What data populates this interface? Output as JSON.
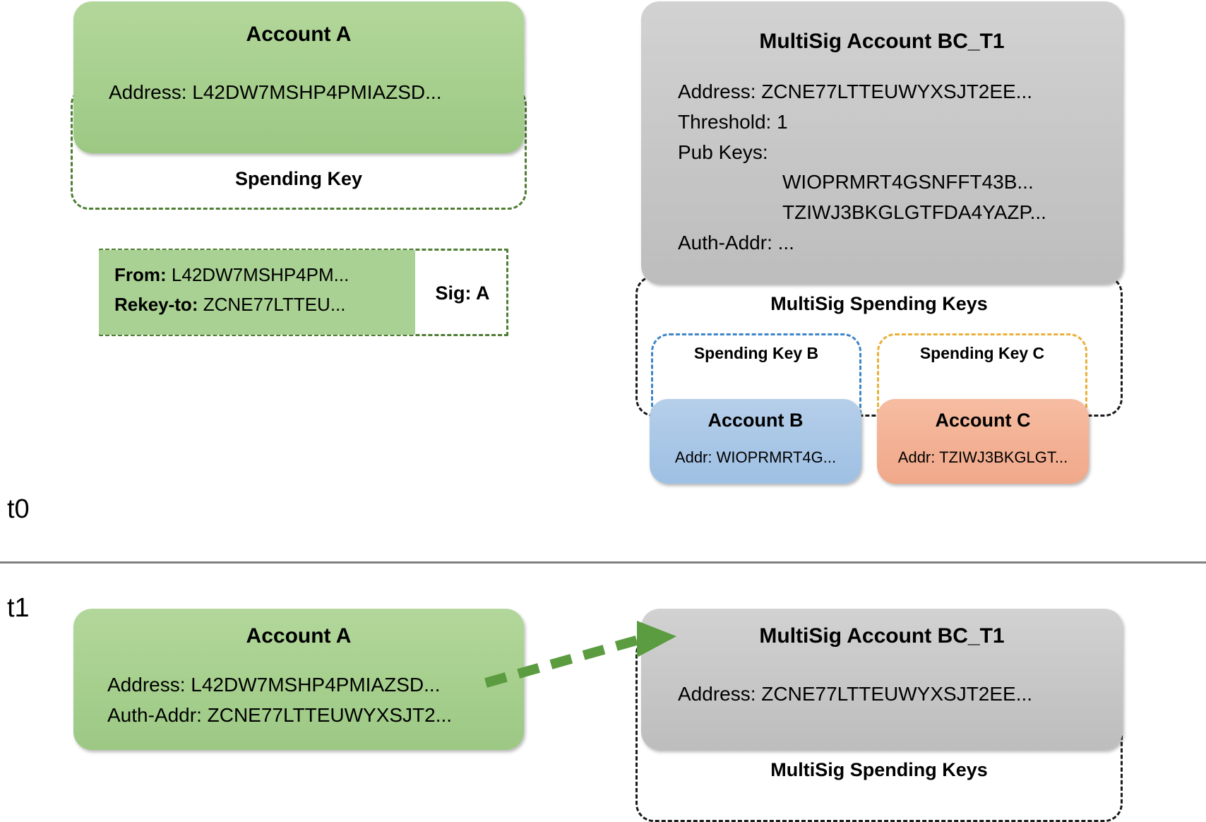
{
  "timeline": {
    "t0_label": "t0",
    "t1_label": "t1"
  },
  "t0": {
    "account_a": {
      "title": "Account A",
      "address_line": "Address: L42DW7MSHP4PMIAZSD...",
      "spending_key_label": "Spending Key"
    },
    "transaction": {
      "from_label": "From:",
      "from_value": "L42DW7MSHP4PM...",
      "rekey_label": "Rekey-to:",
      "rekey_value": "ZCNE77LTTEU...",
      "sig_label": "Sig: A"
    },
    "multisig": {
      "title": "MultiSig Account BC_T1",
      "address_line": "Address: ZCNE77LTTEUWYXSJT2EE...",
      "threshold_line": "Threshold: 1",
      "pubkeys_label": "Pub Keys:",
      "pubkeys": [
        "WIOPRMRT4GSNFFT43B...",
        "TZIWJ3BKGLGTFDA4YAZP..."
      ],
      "auth_addr_line": "Auth-Addr: ...",
      "spending_keys_label": "MultiSig Spending Keys",
      "key_b_label": "Spending Key B",
      "key_c_label": "Spending Key C",
      "account_b": {
        "title": "Account B",
        "address_line": "Addr: WIOPRMRT4G..."
      },
      "account_c": {
        "title": "Account C",
        "address_line": "Addr: TZIWJ3BKGLGT..."
      }
    }
  },
  "t1": {
    "account_a": {
      "title": "Account A",
      "address_line": "Address: L42DW7MSHP4PMIAZSD...",
      "auth_addr_line": "Auth-Addr: ZCNE77LTTEUWYXSJT2..."
    },
    "multisig": {
      "title": "MultiSig Account BC_T1",
      "address_line": "Address: ZCNE77LTTEUWYXSJT2EE...",
      "spending_keys_label": "MultiSig Spending Keys"
    },
    "arrow_name": "rekey-arrow"
  },
  "colors": {
    "green_fill": "#a9d193",
    "gray_fill": "#c6c6c6",
    "blue_fill": "#a8c6e6",
    "orange_fill": "#f3b093",
    "green_dash": "#4e7d33",
    "black_dash": "#1a1a1a",
    "blue_dash": "#3d85c8",
    "orange_dash": "#e8b13a",
    "arrow_green": "#5a9c3f",
    "divider": "#808080"
  }
}
